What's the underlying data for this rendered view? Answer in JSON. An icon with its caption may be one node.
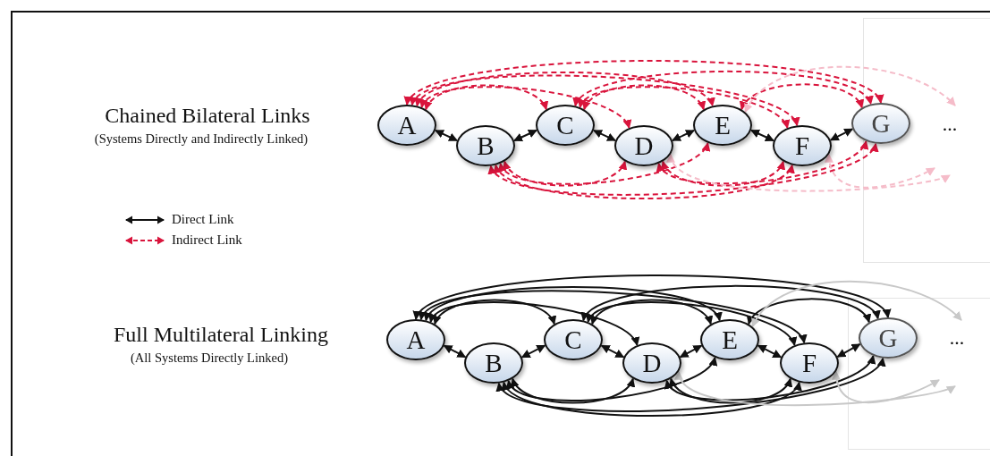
{
  "diagram": {
    "nodes": [
      {
        "text": [
          "A"
        ]
      },
      {
        "text": [
          "B"
        ]
      },
      {
        "text": [
          "C"
        ]
      },
      {
        "text": [
          "D"
        ]
      },
      {
        "text": [
          "E"
        ]
      },
      {
        "text": [
          "F"
        ]
      },
      {
        "text": [
          "G"
        ]
      },
      {
        "text": [
          "A"
        ]
      },
      {
        "text": [
          "B"
        ]
      },
      {
        "text": [
          "C"
        ]
      },
      {
        "text": [
          "D"
        ]
      },
      {
        "text": [
          "E"
        ]
      },
      {
        "text": [
          "F"
        ]
      },
      {
        "text": [
          "G"
        ]
      }
    ],
    "edges": [
      {
        "from": 0,
        "to": 1,
        "arrow": "both"
      },
      {
        "from": 1,
        "to": 2,
        "arrow": "both"
      },
      {
        "from": 2,
        "to": 3,
        "arrow": "both"
      },
      {
        "from": 3,
        "to": 4,
        "arrow": "both"
      },
      {
        "from": 4,
        "to": 5,
        "arrow": "both"
      },
      {
        "from": 5,
        "to": 6,
        "arrow": "both"
      },
      {
        "from": 0,
        "to": 2,
        "arrow": "both",
        "style": "dashed",
        "color": "#d9143c"
      },
      {
        "from": 0,
        "to": 3,
        "arrow": "both",
        "style": "dashed",
        "color": "#d9143c"
      },
      {
        "from": 0,
        "to": 4,
        "arrow": "both",
        "style": "dashed",
        "color": "#d9143c"
      },
      {
        "from": 0,
        "to": 5,
        "arrow": "both",
        "style": "dashed",
        "color": "#d9143c"
      },
      {
        "from": 0,
        "to": 6,
        "arrow": "both",
        "style": "dashed",
        "color": "#d9143c"
      },
      {
        "from": 1,
        "to": 3,
        "arrow": "both",
        "style": "dashed",
        "color": "#d9143c"
      },
      {
        "from": 1,
        "to": 4,
        "arrow": "both",
        "style": "dashed",
        "color": "#d9143c"
      },
      {
        "from": 1,
        "to": 5,
        "arrow": "both",
        "style": "dashed",
        "color": "#d9143c"
      },
      {
        "from": 1,
        "to": 6,
        "arrow": "both",
        "style": "dashed",
        "color": "#d9143c"
      },
      {
        "from": 2,
        "to": 4,
        "arrow": "both",
        "style": "dashed",
        "color": "#d9143c"
      },
      {
        "from": 2,
        "to": 5,
        "arrow": "both",
        "style": "dashed",
        "color": "#d9143c"
      },
      {
        "from": 2,
        "to": 6,
        "arrow": "both",
        "style": "dashed",
        "color": "#d9143c"
      },
      {
        "from": 3,
        "to": 5,
        "arrow": "both",
        "style": "dashed",
        "color": "#d9143c"
      },
      {
        "from": 3,
        "to": 6,
        "arrow": "both",
        "style": "dashed",
        "color": "#d9143c"
      },
      {
        "from": 4,
        "to": 6,
        "arrow": "both",
        "style": "dashed",
        "color": "#d9143c"
      },
      {
        "from": 4,
        "to": null,
        "arrow": "both",
        "style": "dashed",
        "color": "#f5bcc9"
      },
      {
        "from": 5,
        "to": null,
        "arrow": "both",
        "style": "dashed",
        "color": "#f5bcc9"
      },
      {
        "from": 3,
        "to": null,
        "arrow": "both",
        "style": "dashed",
        "color": "#f5bcc9"
      },
      {
        "from": 7,
        "to": 8,
        "arrow": "both"
      },
      {
        "from": 7,
        "to": 9,
        "arrow": "both"
      },
      {
        "from": 7,
        "to": 10,
        "arrow": "both"
      },
      {
        "from": 7,
        "to": 11,
        "arrow": "both"
      },
      {
        "from": 7,
        "to": 12,
        "arrow": "both"
      },
      {
        "from": 7,
        "to": 13,
        "arrow": "both"
      },
      {
        "from": 8,
        "to": 9,
        "arrow": "both"
      },
      {
        "from": 8,
        "to": 10,
        "arrow": "both"
      },
      {
        "from": 8,
        "to": 11,
        "arrow": "both"
      },
      {
        "from": 8,
        "to": 12,
        "arrow": "both"
      },
      {
        "from": 8,
        "to": 13,
        "arrow": "both"
      },
      {
        "from": 9,
        "to": 10,
        "arrow": "both"
      },
      {
        "from": 9,
        "to": 11,
        "arrow": "both"
      },
      {
        "from": 9,
        "to": 12,
        "arrow": "both"
      },
      {
        "from": 9,
        "to": 13,
        "arrow": "both"
      },
      {
        "from": 10,
        "to": 11,
        "arrow": "both"
      },
      {
        "from": 10,
        "to": 12,
        "arrow": "both"
      },
      {
        "from": 10,
        "to": 13,
        "arrow": "both"
      },
      {
        "from": 11,
        "to": 12,
        "arrow": "both"
      },
      {
        "from": 11,
        "to": 13,
        "arrow": "both"
      },
      {
        "from": 12,
        "to": 13,
        "arrow": "both"
      },
      {
        "from": 11,
        "to": null,
        "arrow": "both",
        "color": "#c8c8c8"
      },
      {
        "from": 12,
        "to": null,
        "arrow": "both",
        "color": "#c8c8c8"
      },
      {
        "from": 10,
        "to": null,
        "arrow": "both",
        "color": "#c8c8c8"
      }
    ],
    "labels": [
      "Chained Bilateral Links",
      "(Systems Directly and Indirectly Linked)",
      "...",
      "Full Multilateral Linking",
      "(All Systems Directly Linked)",
      "..."
    ],
    "legend": [
      {
        "text": "Direct Link"
      },
      {
        "text": "Indirect Link"
      }
    ]
  }
}
